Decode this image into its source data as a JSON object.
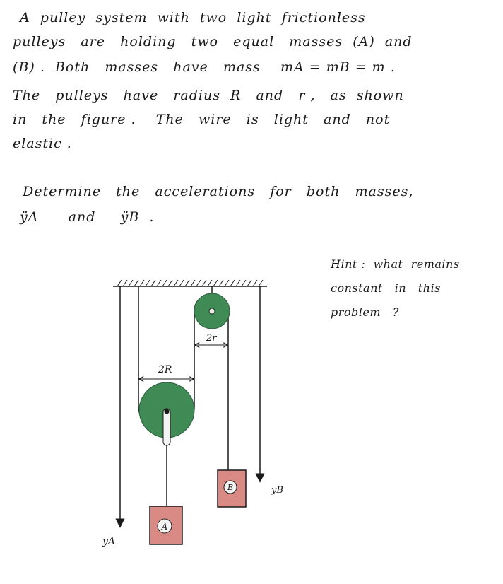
{
  "problem": {
    "lines": [
      "A  pulley  system  with  two  light  frictionless",
      "pulleys   are   holding   two   equal   masses  (A)  and",
      "(B) .  Both   masses   have   mass    mA = mB = m .",
      "The   pulleys   have   radius  R   and   r ,   as  shown",
      "in   the   figure .    The   wire   is   light   and   not",
      "elastic ."
    ],
    "question": [
      "Determine   the   accelerations   for   both   masses,",
      "ÿA      and     ÿB  ."
    ]
  },
  "hint": {
    "lines": [
      "Hint :  what  remains",
      "constant   in   this",
      "problem   ?"
    ]
  },
  "figure": {
    "big_pulley_label": "2R",
    "small_pulley_label": "2r",
    "mass_a_label": "A",
    "mass_b_label": "B",
    "axis_a_label": "yA",
    "axis_b_label": "yB",
    "colors": {
      "pulley": "#3f8a55",
      "mass": "#d98a84",
      "ink": "#1a1a1a"
    }
  }
}
